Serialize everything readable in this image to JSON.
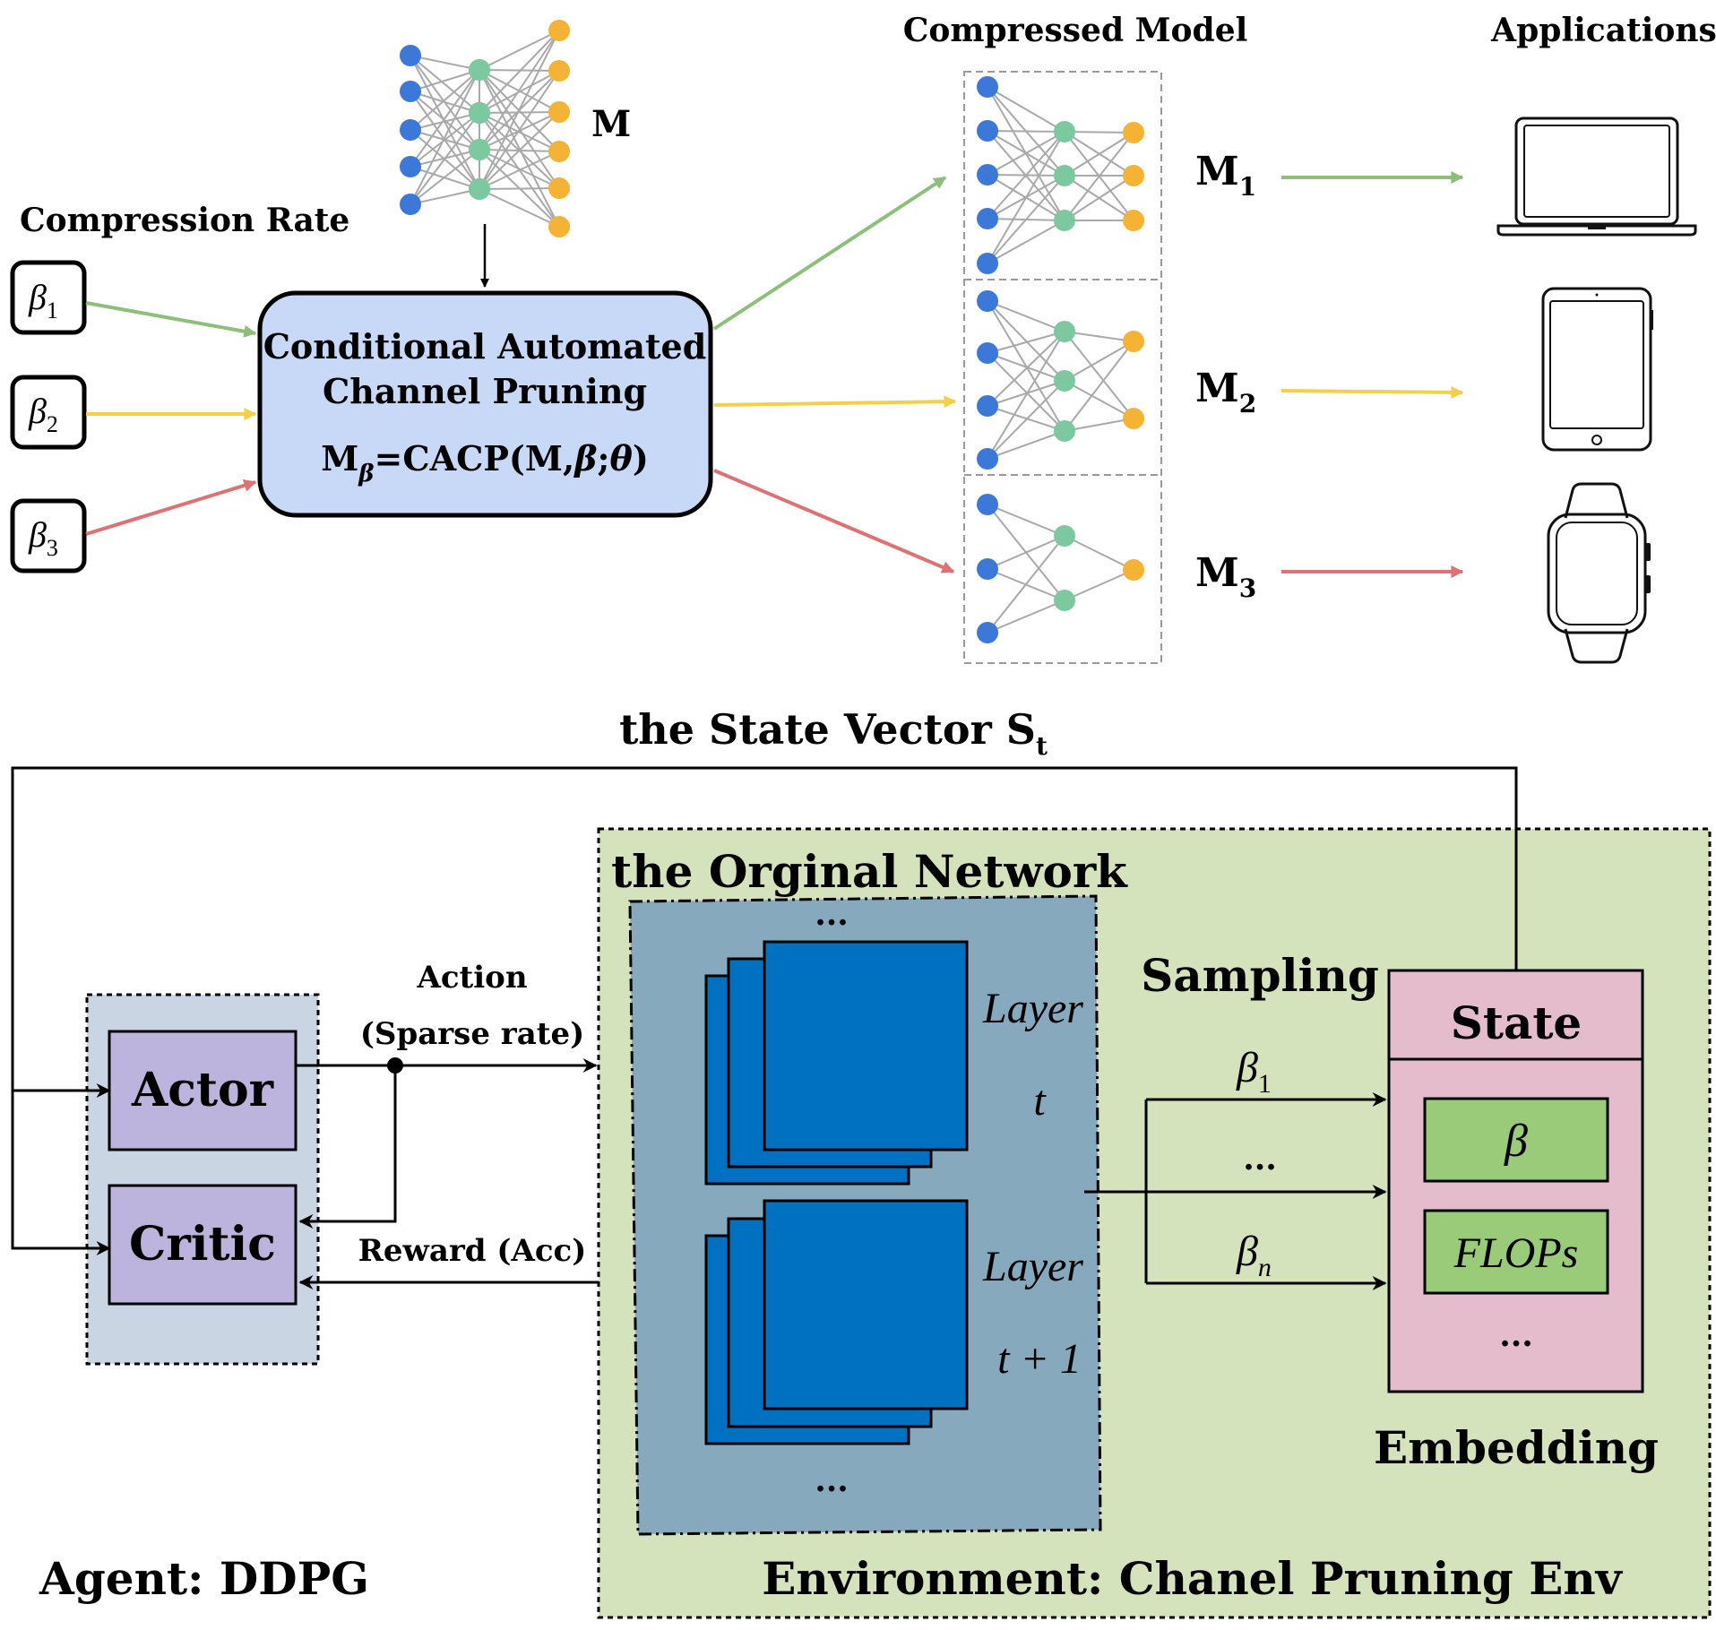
{
  "top": {
    "original_model_label": "M",
    "compression_rate_label": "Compression Rate",
    "betas": [
      "β",
      "β",
      "β"
    ],
    "beta_subs": [
      "1",
      "2",
      "3"
    ],
    "cacp_line1": "Conditional Automated",
    "cacp_line2": "Channel Pruning",
    "formula": {
      "m": "M",
      "sub": "β",
      "rest": "=CACP(M,",
      "beta": "β",
      "semi": ";",
      "theta": "θ",
      "close": ")"
    },
    "compressed_model_label": "Compressed Model",
    "applications_label": "Applications",
    "models": [
      {
        "name": "M",
        "sub": "1"
      },
      {
        "name": "M",
        "sub": "2"
      },
      {
        "name": "M",
        "sub": "3"
      }
    ],
    "devices": [
      "laptop-icon",
      "tablet-icon",
      "smartwatch-icon"
    ]
  },
  "bottom": {
    "state_vector_label": "the State Vector S",
    "state_vector_sub": "t",
    "original_network_label": "the Orginal Network",
    "layer_label": "Layer",
    "layer_t": "t",
    "layer_t1": "t + 1",
    "ellipsis": "...",
    "actor_label": "Actor",
    "critic_label": "Critic",
    "action_label": "Action",
    "sparse_rate_label": "(Sparse rate)",
    "reward_label": "Reward (Acc)",
    "sampling_label": "Sampling",
    "sampling_betas": [
      {
        "sym": "β",
        "sub": "1"
      },
      {
        "sym": "β",
        "sub": "n"
      }
    ],
    "state_label": "State",
    "state_items": [
      "β",
      "FLOPs"
    ],
    "embedding_label": "Embedding",
    "agent_label": "Agent: DDPG",
    "environment_label": "Environment: Chanel Pruning Env"
  },
  "colors": {
    "green": "#8cc07a",
    "yellow": "#f4d04a",
    "red": "#de7272",
    "node_blue": "#3b78d8",
    "node_green": "#7cc9a0",
    "node_orange": "#f5b335",
    "cacp_fill": "#c7d9f7",
    "env_fill": "#d4e3bb",
    "agent_fill": "#c9d5e2",
    "actor_fill": "#bcb4dc",
    "network_fill": "#86a9bd",
    "layer_blue": "#0070c0",
    "state_fill": "#e4bccb",
    "state_item_fill": "#9acb79"
  }
}
